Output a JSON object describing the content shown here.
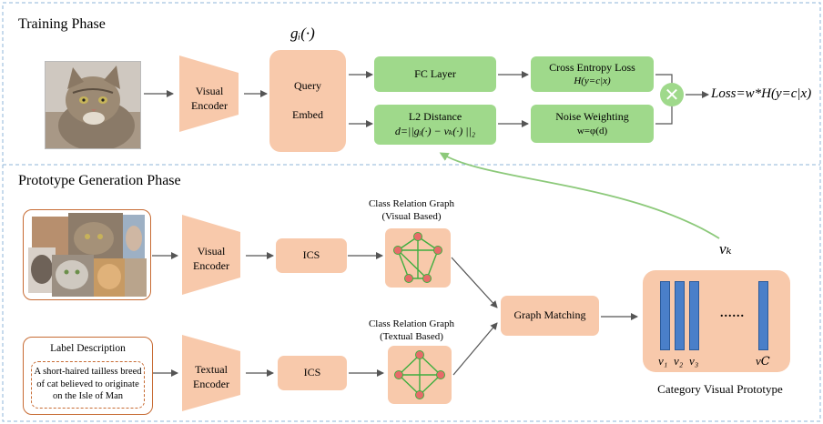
{
  "training_phase": {
    "title": "Training Phase",
    "g_label": "gᵢ(·)",
    "visual_encoder": "Visual Encoder",
    "query": "Query",
    "embed": "Embed",
    "fc_layer": "FC Layer",
    "l2_title": "L2 Distance",
    "l2_formula": "d=||gᵢ(·) − vₖ(·) ||₂",
    "ce_title": "Cross Entropy Loss",
    "ce_formula": "H(y=c|x)",
    "nw_title": "Noise Weighting",
    "nw_formula": "w=φ(d)",
    "times_symbol": "✕",
    "loss_formula": "Loss=w*H(y=c|x)"
  },
  "prototype_phase": {
    "title": "Prototype Generation Phase",
    "visual_encoder": "Visual Encoder",
    "textual_encoder": "Textual Encoder",
    "ics_top": "ICS",
    "ics_bottom": "ICS",
    "graph_visual_label": "Class Relation Graph (Visual Based)",
    "graph_textual_label": "Class Relation Graph (Textual Based)",
    "graph_matching": "Graph Matching",
    "label_description_title": "Label Description",
    "label_description_text": "A short-haired tailless breed of cat believed to originate on the Isle of Man",
    "vk_label": "vₖ",
    "prototype_labels": [
      "v₁",
      "v₂",
      "v₃",
      "v𝐶"
    ],
    "ellipsis": "......",
    "category_visual_prototype": "Category Visual Prototype"
  },
  "colors": {
    "peach": "#f8c9ab",
    "green": "#9fd98b",
    "node_red": "#e86a6a",
    "edge_green": "#3fae3f",
    "bar_blue": "#4a7fc9",
    "divider_blue": "#8fb6d9",
    "frame_orange": "#c76b33"
  }
}
